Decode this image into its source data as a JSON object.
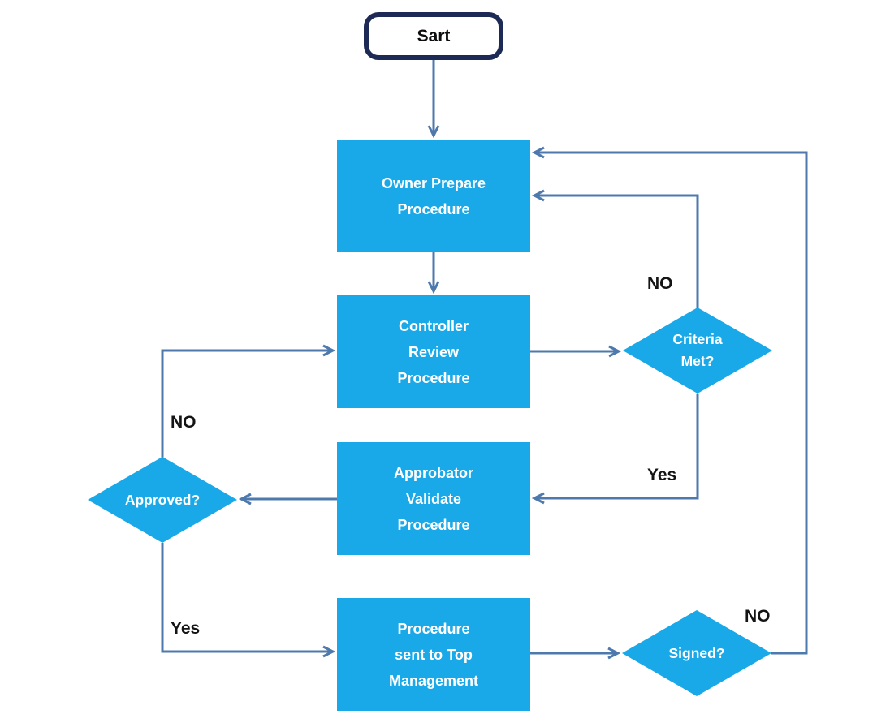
{
  "diagram": {
    "type": "flowchart",
    "background_color": "#ffffff",
    "colors": {
      "shape_fill": "#19a8e8",
      "shape_text": "#ffffff",
      "connector": "#4d79ad",
      "terminator_border": "#1e2a56",
      "terminator_fill": "#ffffff",
      "terminator_text": "#0d0d0d",
      "edge_label_text": "#141414"
    },
    "nodes": {
      "start": {
        "type": "terminator",
        "label": "Sart"
      },
      "owner": {
        "type": "process",
        "lines": [
          "Owner Prepare",
          "Procedure"
        ]
      },
      "controller": {
        "type": "process",
        "lines": [
          "Controller",
          "Review",
          "Procedure"
        ]
      },
      "criteria": {
        "type": "decision",
        "lines": [
          "Criteria",
          "Met?"
        ]
      },
      "approbator": {
        "type": "process",
        "lines": [
          "Approbator",
          "Validate",
          "Procedure"
        ]
      },
      "approved": {
        "type": "decision",
        "lines": [
          "Approved?"
        ]
      },
      "procedure": {
        "type": "process",
        "lines": [
          "Procedure",
          "sent to Top",
          "Management"
        ]
      },
      "signed": {
        "type": "decision",
        "lines": [
          "Signed?"
        ]
      }
    },
    "edges": [
      {
        "from": "start",
        "to": "owner",
        "label": ""
      },
      {
        "from": "owner",
        "to": "controller",
        "label": ""
      },
      {
        "from": "controller",
        "to": "criteria",
        "label": ""
      },
      {
        "from": "criteria",
        "to": "owner",
        "label": "NO"
      },
      {
        "from": "criteria",
        "to": "approbator",
        "label": "Yes"
      },
      {
        "from": "approbator",
        "to": "approved",
        "label": ""
      },
      {
        "from": "approved",
        "to": "controller",
        "label": "NO"
      },
      {
        "from": "approved",
        "to": "procedure",
        "label": "Yes"
      },
      {
        "from": "procedure",
        "to": "signed",
        "label": ""
      },
      {
        "from": "signed",
        "to": "owner",
        "label": "NO"
      }
    ],
    "edge_labels": {
      "criteria_no": "NO",
      "criteria_yes": "Yes",
      "approved_no": "NO",
      "approved_yes": "Yes",
      "signed_no": "NO"
    }
  }
}
